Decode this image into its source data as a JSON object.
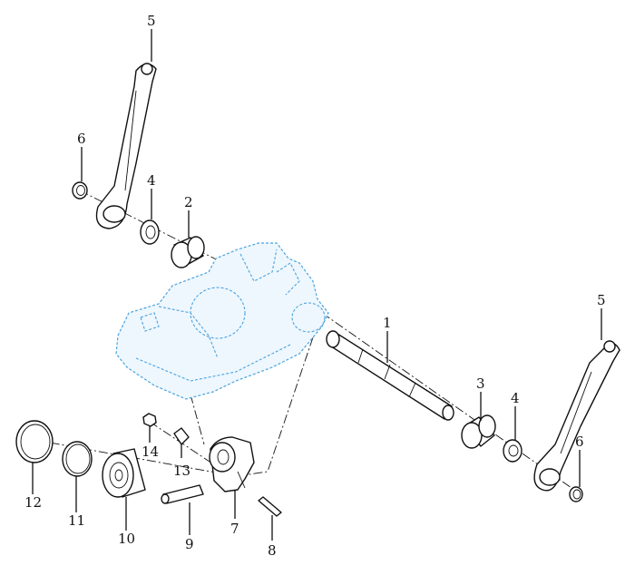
{
  "diagram": {
    "callouts": {
      "c1": "1",
      "c2": "2",
      "c3": "3",
      "c4a": "4",
      "c4b": "4",
      "c5a": "5",
      "c5b": "5",
      "c6a": "6",
      "c6b": "6",
      "c7": "7",
      "c8": "8",
      "c9": "9",
      "c10": "10",
      "c11": "11",
      "c12": "12",
      "c13": "13",
      "c14": "14"
    },
    "colors": {
      "line": "#111111",
      "housing": "#4aa3df",
      "background": "#ffffff"
    }
  }
}
